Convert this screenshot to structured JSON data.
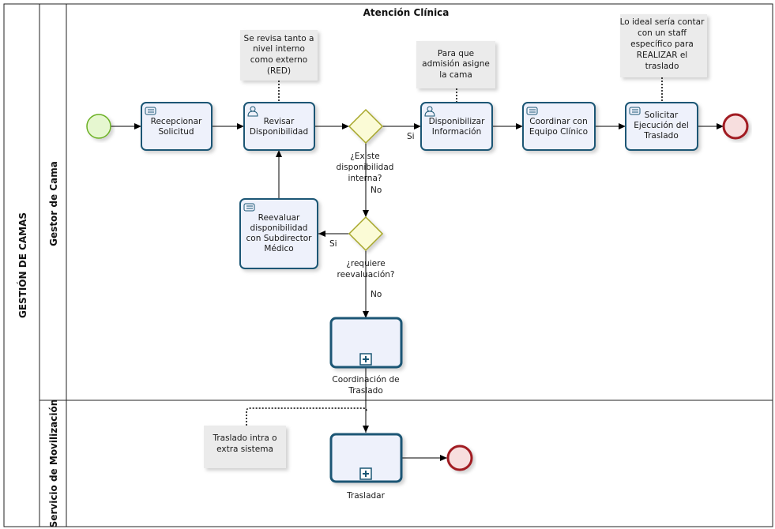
{
  "pool": {
    "title": "GESTIÓN DE CAMAS",
    "header": "Atención Clínica"
  },
  "lanes": [
    {
      "id": "gestor",
      "title": "Gestor de Cama"
    },
    {
      "id": "servicio",
      "title": "Servicio de Movilización"
    }
  ],
  "tasks": [
    {
      "id": "recepcionar",
      "lines": [
        "Recepcionar",
        "Solicitud"
      ],
      "icon": "manual-task-icon"
    },
    {
      "id": "revisar",
      "lines": [
        "Revisar",
        "Disponibilidad"
      ],
      "icon": "user-task-icon"
    },
    {
      "id": "disponibilizar",
      "lines": [
        "Disponibilizar",
        "Información"
      ],
      "icon": "user-task-icon"
    },
    {
      "id": "coordinar",
      "lines": [
        "Coordinar con",
        "Equipo Clínico"
      ],
      "icon": "manual-task-icon"
    },
    {
      "id": "solicitar",
      "lines": [
        "Solicitar",
        "Ejecución del",
        "Traslado"
      ],
      "icon": "manual-task-icon"
    },
    {
      "id": "reevaluar",
      "lines": [
        "Reevaluar",
        "disponibilidad",
        "con Subdirector",
        "Médico"
      ],
      "icon": "manual-task-icon"
    }
  ],
  "subprocesses": [
    {
      "id": "coordinacion",
      "lines": [
        "Coordinación de",
        "Traslado"
      ]
    },
    {
      "id": "trasladar",
      "lines": [
        "Trasladar"
      ]
    }
  ],
  "gateways": [
    {
      "id": "existe",
      "lines": [
        "¿Existe",
        "disponibilidad",
        "interna?"
      ]
    },
    {
      "id": "requiere",
      "lines": [
        "¿requiere",
        "reevaluación?"
      ]
    }
  ],
  "flow_labels": {
    "existe_si": "Si",
    "existe_no": "No",
    "requiere_si": "Si",
    "requiere_no": "No"
  },
  "annotations": [
    {
      "id": "revisar-note",
      "lines": [
        "Se revisa tanto a",
        "nivel interno",
        "como externo",
        "(RED)"
      ]
    },
    {
      "id": "disponibilizar-note",
      "lines": [
        "Para que",
        "admisión asigne",
        "la cama"
      ]
    },
    {
      "id": "solicitar-note",
      "lines": [
        "Lo ideal sería contar",
        "con un staff",
        "específico para",
        "REALIZAR el",
        "traslado"
      ]
    },
    {
      "id": "traslado-note",
      "lines": [
        "Traslado intra o",
        "extra sistema"
      ]
    }
  ],
  "colors": {
    "task_fill": "#eef1fb",
    "task_stroke": "#1a5774",
    "start_fill": "#e6f7d0",
    "start_stroke": "#6ab023",
    "end_fill": "#f7dede",
    "end_stroke": "#a11a22",
    "gateway_fill": "#fbfbd6",
    "gateway_stroke": "#a7a72b",
    "note_fill": "#ebebeb"
  }
}
